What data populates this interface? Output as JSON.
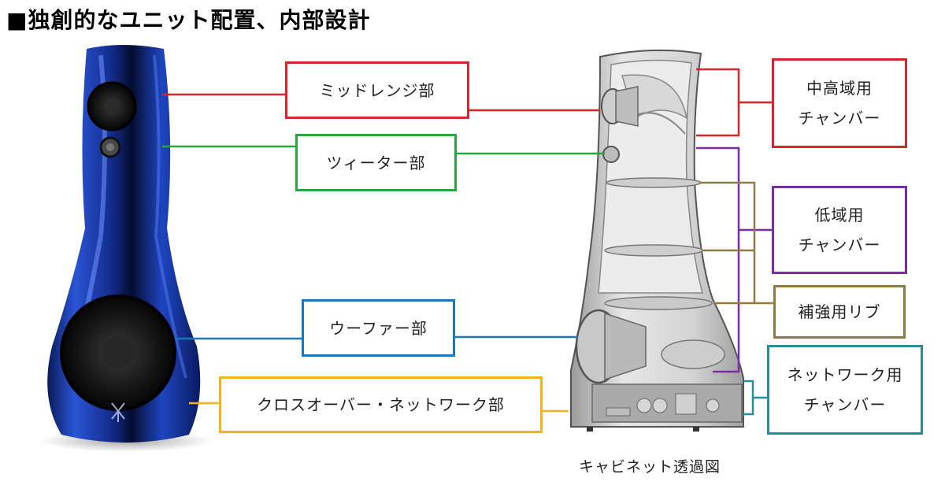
{
  "title": "■独創的なユニット配置、内部設計",
  "caption": "キャビネット透過図",
  "colors": {
    "red": "#d7262b",
    "green": "#26a742",
    "blue": "#1f76bb",
    "yellow": "#f3b41a",
    "purple": "#7b2ea3",
    "olive": "#8e7b45",
    "teal": "#2a8c99",
    "speaker_blue": "#1d3fa8"
  },
  "left_labels": {
    "midrange": "ミッドレンジ部",
    "tweeter": "ツィーター部",
    "woofer": "ウーファー部",
    "crossover": "クロスオーバー・ネットワーク部"
  },
  "right_labels": {
    "midhigh_chamber": [
      "中高域用",
      "チャンバー"
    ],
    "low_chamber": [
      "低域用",
      "チャンバー"
    ],
    "ribs": [
      "補強用リブ"
    ],
    "network_chamber": [
      "ネットワーク用",
      "チャンバー"
    ]
  }
}
